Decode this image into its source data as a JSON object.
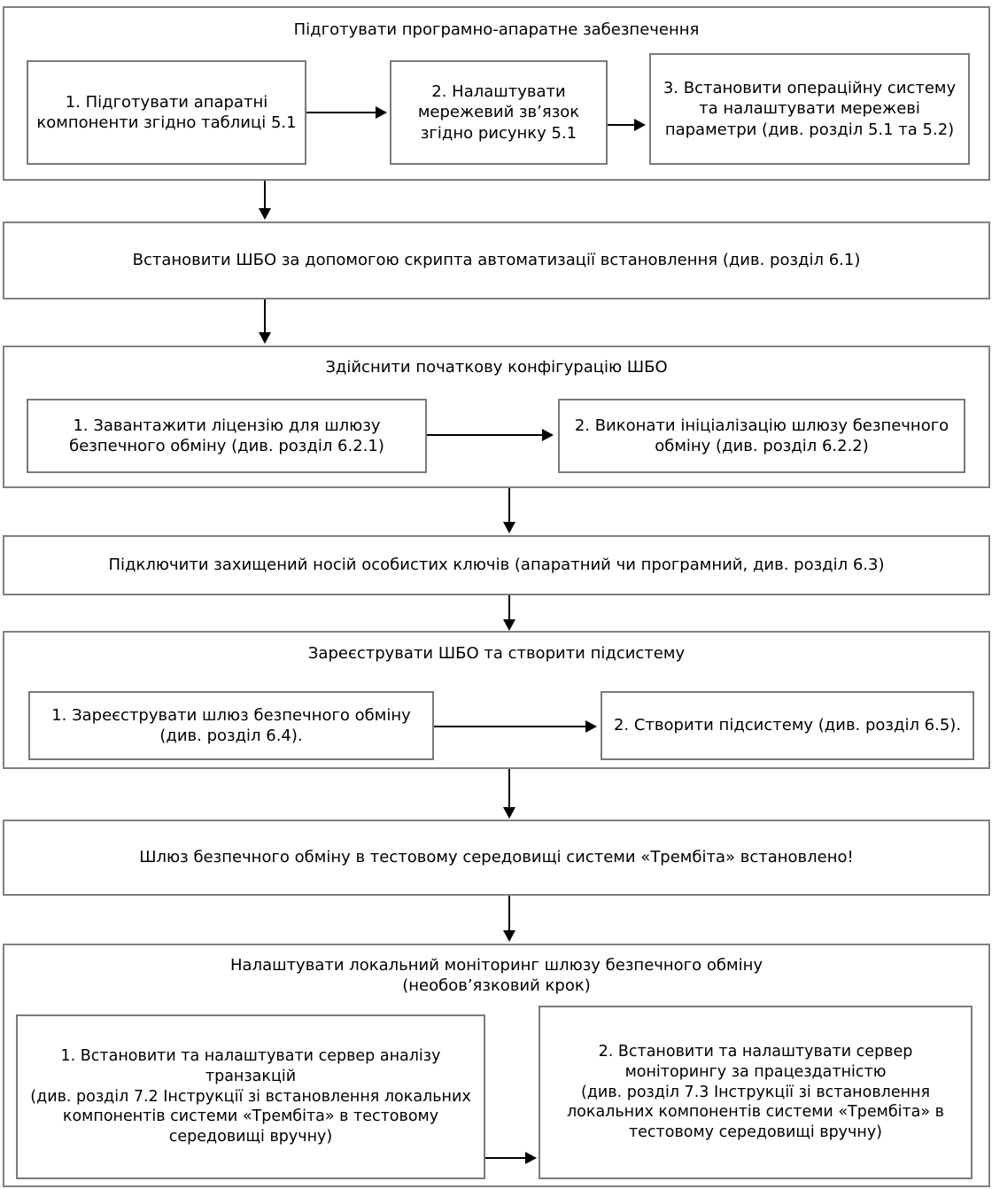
{
  "diagram": {
    "title_hidden": "",
    "sections": [
      {
        "id": "prepare-hw-sw",
        "header": "Підготувати програмно-апаратне забезпечення",
        "steps": [
          "1. Підготувати апаратні компоненти згідно таблиці 5.1",
          "2. Налаштувати мережевий зв’язок згідно рисунку 5.1",
          "3. Встановити операційну систему та налаштувати мережеві параметри (див. розділ 5.1 та 5.2)"
        ]
      },
      {
        "id": "install-sbo",
        "header": "Встановити ШБО за допомогою скрипта автоматизації встановлення (див. розділ 6.1)",
        "steps": []
      },
      {
        "id": "initial-config",
        "header": "Здійснити початкову конфігурацію ШБО",
        "steps": [
          "1. Завантажити ліцензію для шлюзу безпечного обміну (див. розділ 6.2.1)",
          "2. Виконати ініціалізацію шлюзу безпечного обміну (див. розділ 6.2.2)"
        ]
      },
      {
        "id": "connect-key-carrier",
        "header": "Підключити захищений носій особистих ключів (апаратний чи програмний, див. розділ 6.3)",
        "steps": []
      },
      {
        "id": "register-sbo",
        "header": "Зареєструвати  ШБО та створити підсистему",
        "steps": [
          "1. Зареєструвати шлюз безпечного обміну (див. розділ 6.4).",
          "2. Створити підсистему (див. розділ 6.5)."
        ]
      },
      {
        "id": "installed-result",
        "header": "Шлюз безпечного обміну в тестовому середовищі системи «Трембіта» встановлено!",
        "steps": []
      },
      {
        "id": "local-monitoring",
        "header": "Налаштувати локальний моніторинг шлюзу безпечного обміну\n(необов’язковий крок)",
        "steps": [
          "1. Встановити та налаштувати сервер аналізу транзакцій\n(див. розділ 7.2 Інструкції зі встановлення локальних компонентів системи «Трембіта» в тестовому середовищі вручну)",
          "2. Встановити та налаштувати сервер моніторингу за працездатністю\n(див. розділ 7.3 Інструкції зі встановлення локальних компонентів системи «Трембіта» в тестовому середовищі вручну)"
        ]
      }
    ],
    "colors": {
      "box_border": "#808080",
      "inner_border": "#7a7a7a",
      "connector": "#000000",
      "background": "#ffffff",
      "text": "#000000"
    }
  }
}
